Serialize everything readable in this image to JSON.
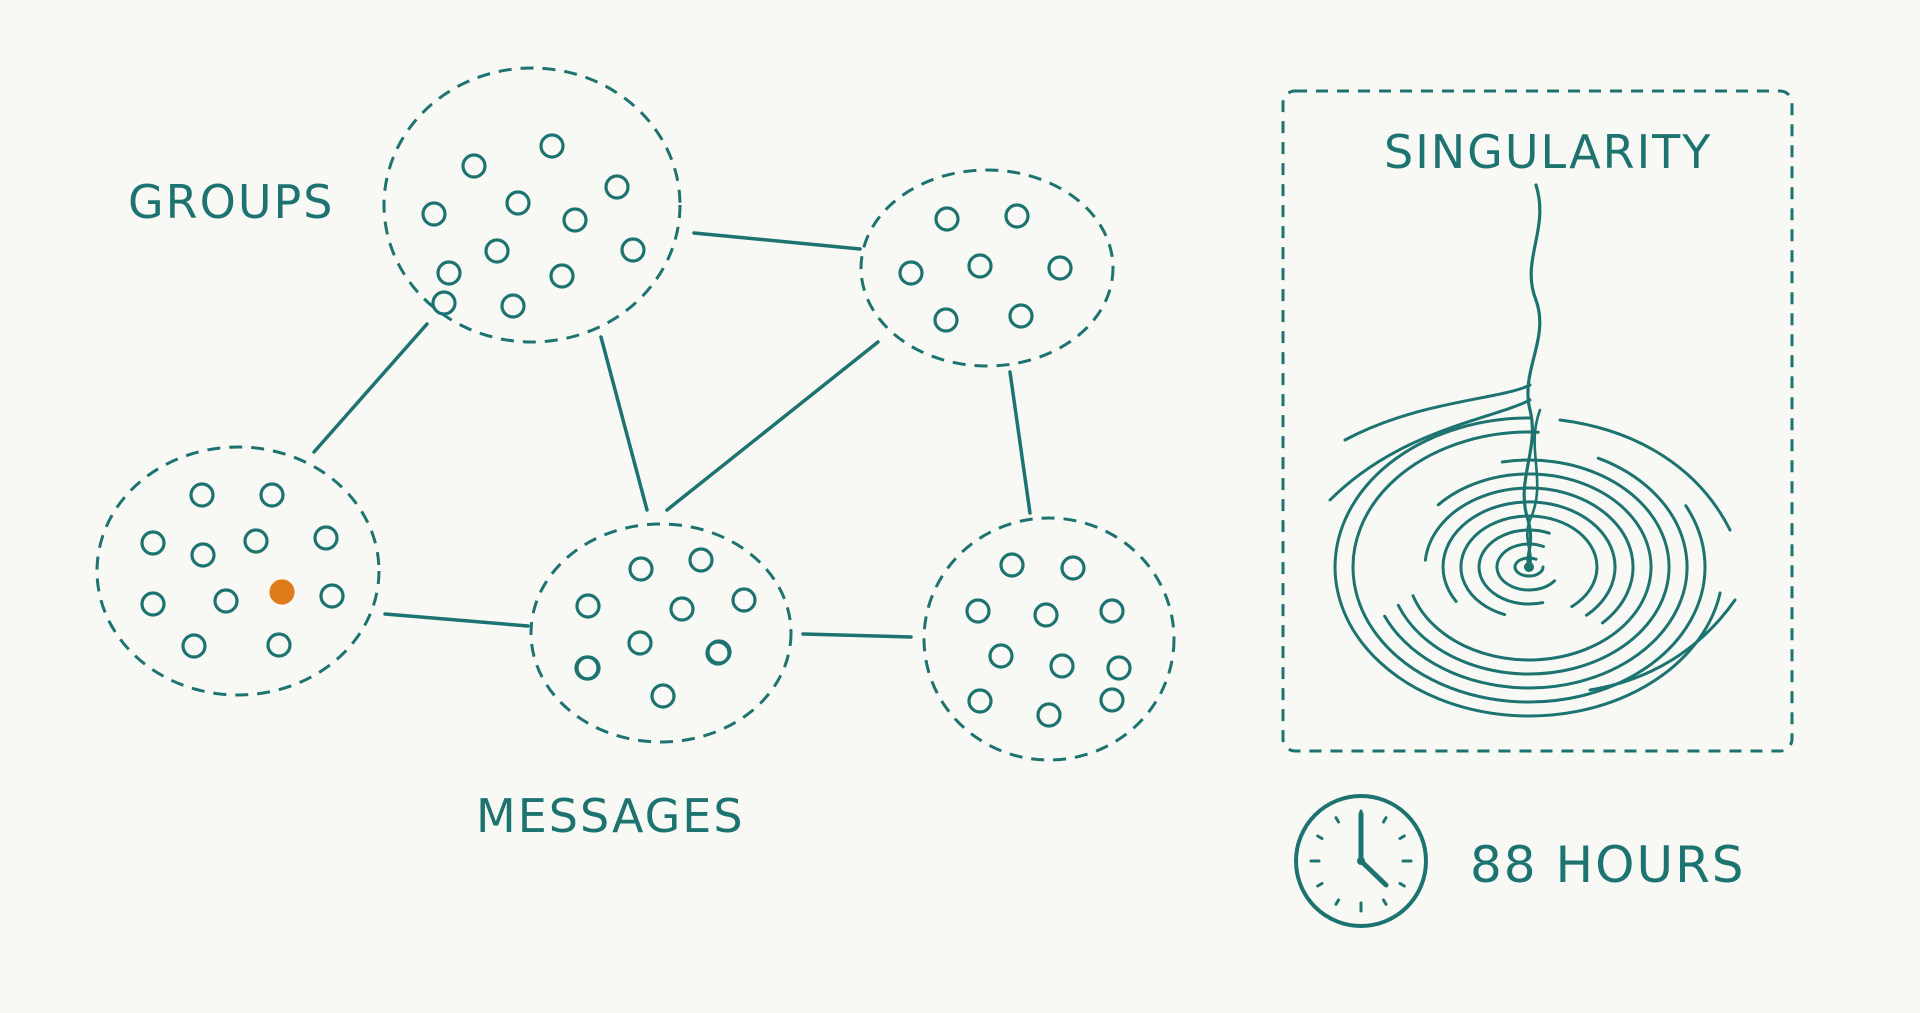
{
  "labels": {
    "groups": "GROUPS",
    "messages": "MESSAGES",
    "singularity": "SINGULARITY",
    "duration": "88 HOURS"
  },
  "colors": {
    "ink": "#1c7370",
    "accent": "#e07b1a",
    "background": "#f8f8f4"
  },
  "icons": {
    "clock": "clock-icon",
    "spiral": "spiral-vortex-icon"
  },
  "clusters": [
    {
      "id": "group-top-center",
      "member_count": 12
    },
    {
      "id": "group-top-right",
      "member_count": 7
    },
    {
      "id": "group-bottom-left",
      "member_count": 12,
      "highlighted_member_index": 8
    },
    {
      "id": "group-bottom-center",
      "member_count": 11
    },
    {
      "id": "group-bottom-right",
      "member_count": 11
    }
  ],
  "links": [
    [
      "group-top-center",
      "group-top-right"
    ],
    [
      "group-top-center",
      "group-bottom-left"
    ],
    [
      "group-top-center",
      "group-bottom-center"
    ],
    [
      "group-top-right",
      "group-bottom-center"
    ],
    [
      "group-top-right",
      "group-bottom-right"
    ],
    [
      "group-bottom-left",
      "group-bottom-center"
    ],
    [
      "group-bottom-center",
      "group-bottom-right"
    ]
  ]
}
